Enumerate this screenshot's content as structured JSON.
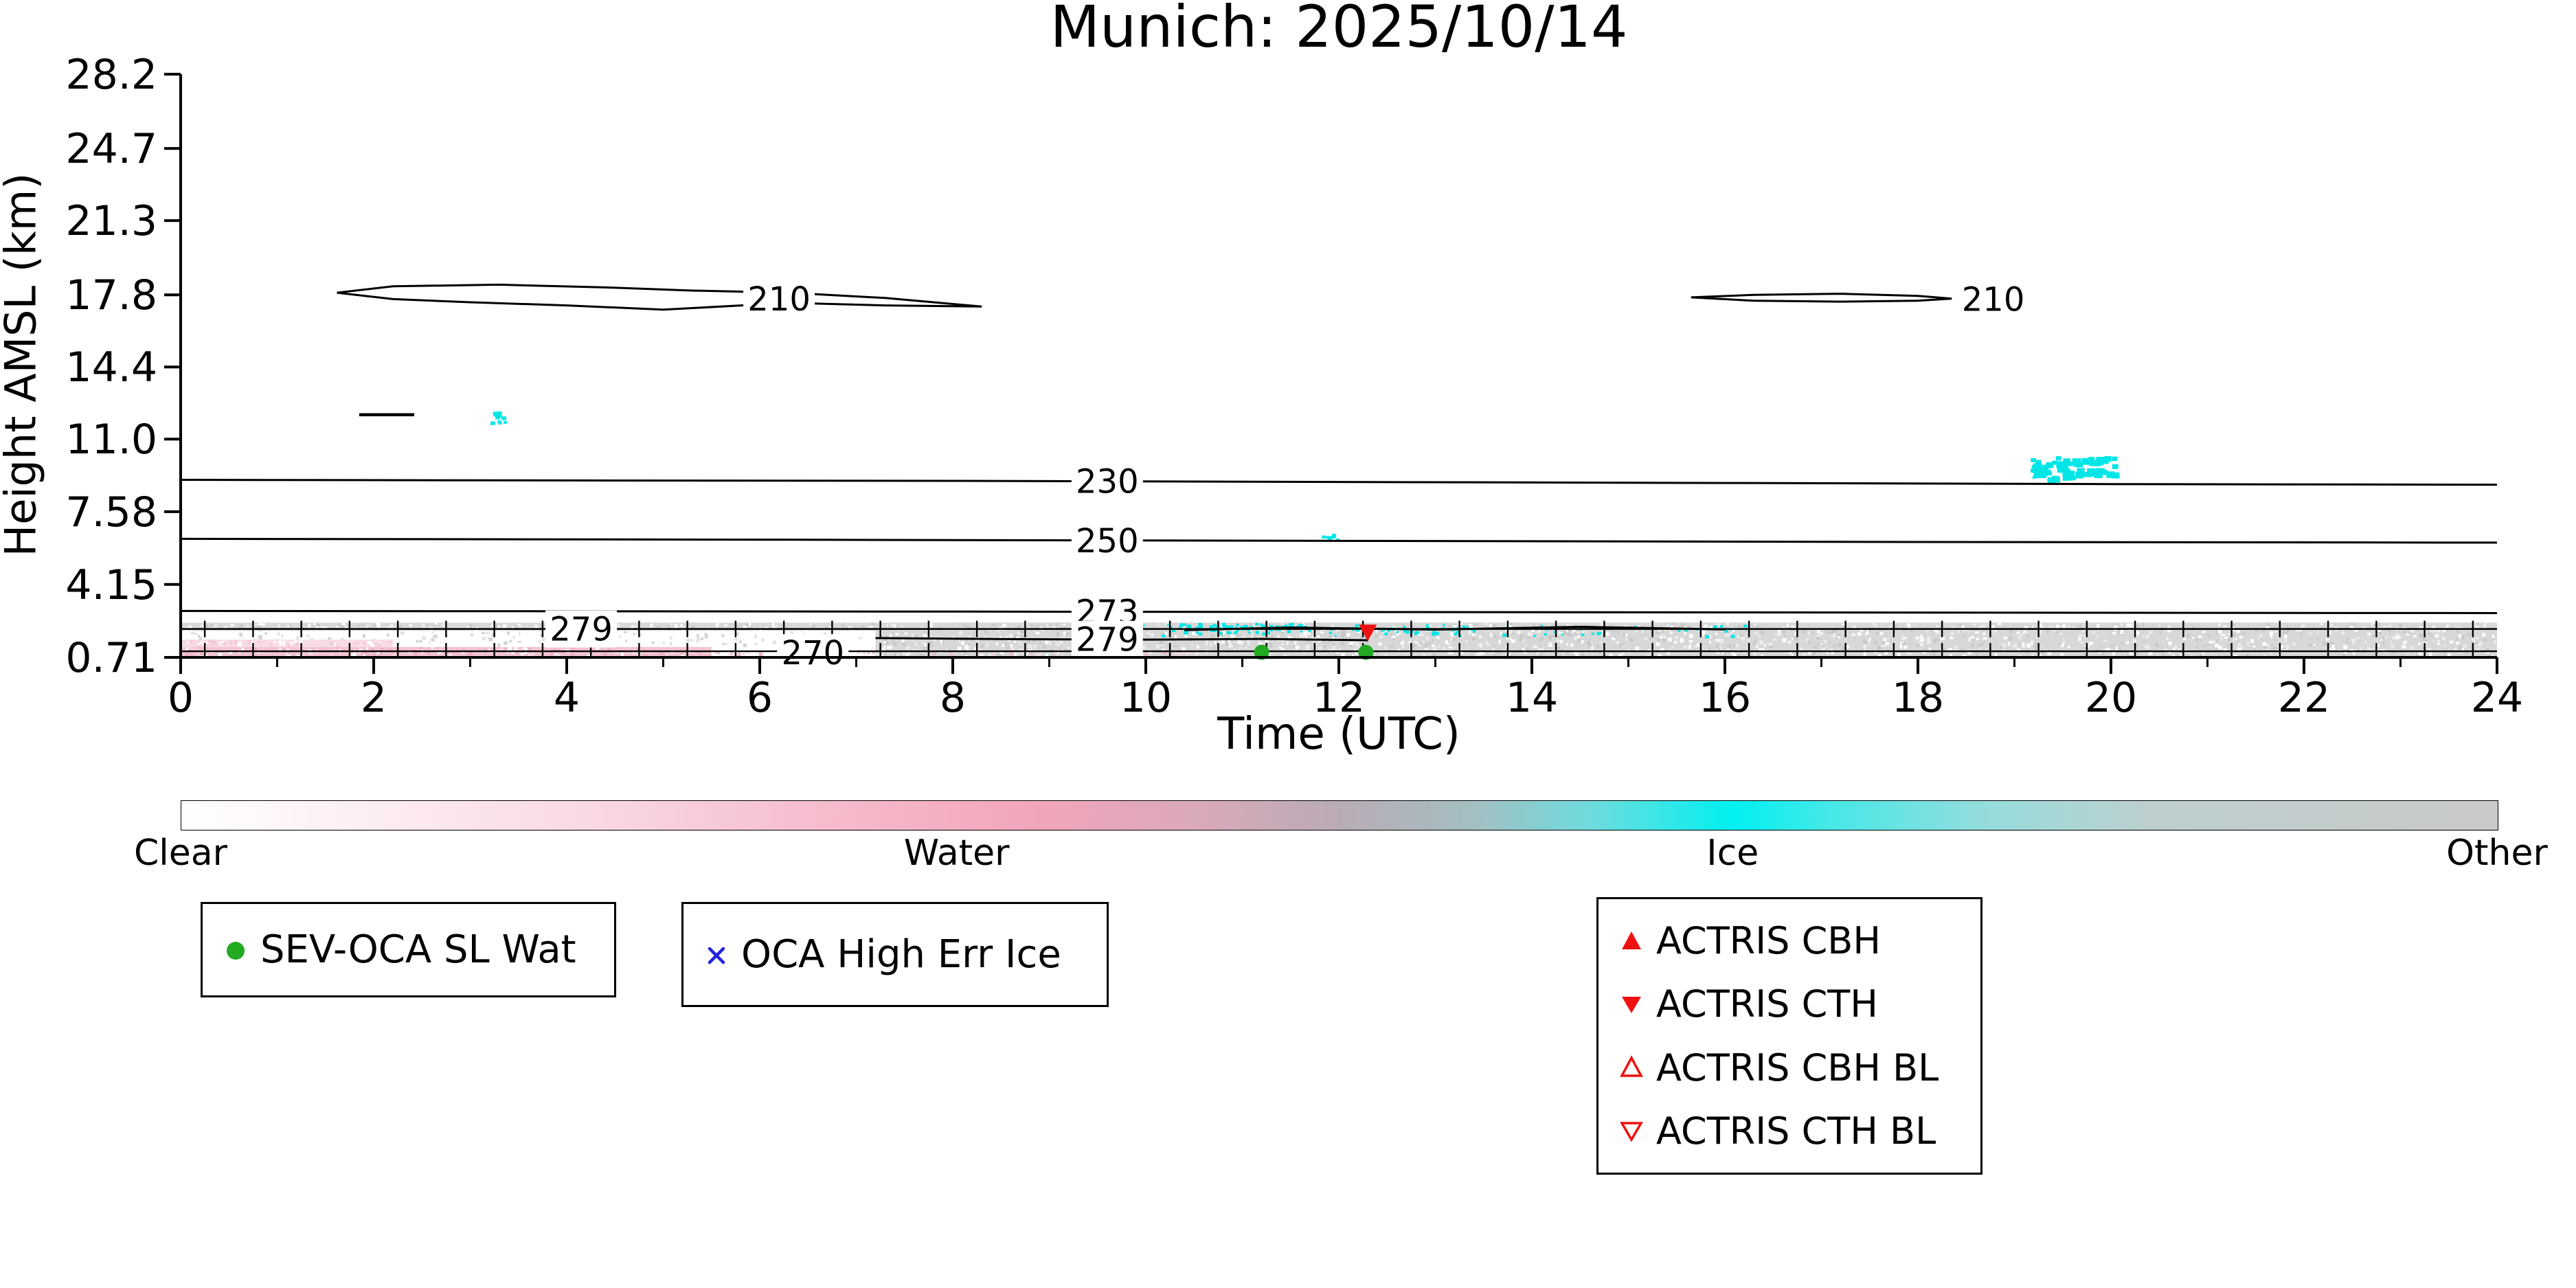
{
  "chart_data": {
    "type": "heatmap",
    "title": "Munich: 2025/10/14",
    "xlabel": "Time (UTC)",
    "ylabel": "Height AMSL (km)",
    "xlim": [
      0,
      24
    ],
    "ylim": [
      0.71,
      28.2
    ],
    "xticks": [
      0,
      2,
      4,
      6,
      8,
      10,
      12,
      14,
      16,
      18,
      20,
      22,
      24
    ],
    "xtick_labels": [
      "0",
      "2",
      "4",
      "6",
      "8",
      "10",
      "12",
      "14",
      "16",
      "18",
      "20",
      "22",
      "24"
    ],
    "xticks_minor": [
      1,
      3,
      5,
      7,
      9,
      11,
      13,
      15,
      17,
      19,
      21,
      23
    ],
    "yticks": [
      0.71,
      4.15,
      7.58,
      11.0,
      14.4,
      17.8,
      21.3,
      24.7,
      28.2
    ],
    "ytick_labels": [
      "0.71",
      "4.15",
      "7.58",
      "11.0",
      "14.4",
      "17.8",
      "21.3",
      "24.7",
      "28.2"
    ],
    "grid": false,
    "legend_position": "below",
    "colors": {
      "contour": "#000000",
      "ice": "#00e6e6",
      "water_pink": "#f4c3d1",
      "band_gray": "#d8d8d8",
      "sev_oca_green": "#22aa22",
      "actris_red": "#ee1111",
      "oca_blue": "#2222dd"
    },
    "contours": [
      {
        "label": "210",
        "closed": true,
        "label_at": [
          6.2,
          17.62
        ],
        "points": [
          [
            1.62,
            17.9
          ],
          [
            2.2,
            18.2
          ],
          [
            3.3,
            18.28
          ],
          [
            4.4,
            18.15
          ],
          [
            5.3,
            18.0
          ],
          [
            6.3,
            17.9
          ],
          [
            7.3,
            17.65
          ],
          [
            8.3,
            17.25
          ],
          [
            7.3,
            17.3
          ],
          [
            6.3,
            17.42
          ],
          [
            5.0,
            17.1
          ],
          [
            4.0,
            17.3
          ],
          [
            3.0,
            17.45
          ],
          [
            2.2,
            17.6
          ],
          [
            1.62,
            17.9
          ]
        ]
      },
      {
        "label": "210",
        "closed": true,
        "label_at": [
          18.78,
          17.6
        ],
        "points": [
          [
            15.65,
            17.68
          ],
          [
            16.3,
            17.8
          ],
          [
            17.2,
            17.85
          ],
          [
            18.0,
            17.75
          ],
          [
            18.35,
            17.62
          ],
          [
            18.0,
            17.52
          ],
          [
            17.2,
            17.48
          ],
          [
            16.3,
            17.52
          ],
          [
            15.65,
            17.68
          ]
        ]
      },
      {
        "label": "230",
        "closed": false,
        "label_at": [
          9.6,
          9.02
        ],
        "points": [
          [
            0,
            9.08
          ],
          [
            4,
            9.05
          ],
          [
            8,
            9.03
          ],
          [
            12,
            8.98
          ],
          [
            16,
            8.93
          ],
          [
            20,
            8.88
          ],
          [
            24,
            8.85
          ]
        ]
      },
      {
        "label": "250",
        "closed": false,
        "label_at": [
          9.6,
          6.22
        ],
        "points": [
          [
            0,
            6.3
          ],
          [
            6,
            6.26
          ],
          [
            12,
            6.2
          ],
          [
            18,
            6.15
          ],
          [
            24,
            6.12
          ]
        ]
      },
      {
        "label": "273",
        "closed": false,
        "label_at": [
          9.6,
          2.86
        ],
        "points": [
          [
            0,
            2.9
          ],
          [
            8,
            2.87
          ],
          [
            16,
            2.83
          ],
          [
            24,
            2.8
          ]
        ]
      },
      {
        "label": "279",
        "closed": false,
        "label_at": [
          4.15,
          2.05
        ],
        "points": []
      },
      {
        "label": "279",
        "closed": false,
        "label_at": [
          9.6,
          1.56
        ],
        "points": [
          [
            7.2,
            1.62
          ],
          [
            8.6,
            1.57
          ],
          [
            10.0,
            1.55
          ],
          [
            11.2,
            1.58
          ],
          [
            12.3,
            1.52
          ]
        ]
      },
      {
        "label": "",
        "closed": false,
        "label_at": null,
        "points": [
          [
            10.4,
            2.0
          ],
          [
            11.5,
            2.12
          ],
          [
            13.0,
            2.02
          ],
          [
            14.5,
            2.15
          ],
          [
            16.0,
            2.03
          ]
        ]
      },
      {
        "label": "270",
        "closed": false,
        "label_at": [
          6.55,
          0.93
        ],
        "points": []
      }
    ],
    "surface_band": {
      "top_km": 2.35,
      "tick_rows": [
        {
          "y_km": 2.05,
          "x0": 0,
          "x1": 24,
          "dash_start": 0.25,
          "step": 0.5
        },
        {
          "y_km": 1.0,
          "x0": 0,
          "x1": 24,
          "dash_start": 0.25,
          "step": 0.5
        }
      ]
    },
    "cloud_dash": {
      "x": [
        1.85,
        2.42
      ],
      "y_km": 12.15
    },
    "markers": {
      "sev_oca_sl_wat": {
        "label": "SEV-OCA SL Wat",
        "points": [
          [
            11.2,
            0.95
          ],
          [
            12.28,
            0.95
          ]
        ]
      },
      "actris_cth": {
        "label": "ACTRIS CTH",
        "points": [
          [
            12.3,
            1.9
          ]
        ]
      }
    },
    "ice_patches": [
      {
        "x": [
          9.2,
          16.2
        ],
        "y": [
          1.75,
          2.3
        ],
        "n": 70,
        "size": [
          3,
          6
        ]
      },
      {
        "x": [
          10.35,
          11.65
        ],
        "y": [
          1.9,
          2.35
        ],
        "n": 60,
        "size": [
          3,
          7
        ]
      },
      {
        "x": [
          12.1,
          13.4
        ],
        "y": [
          1.95,
          2.3
        ],
        "n": 28,
        "size": [
          3,
          6
        ]
      },
      {
        "x": [
          19.15,
          20.05
        ],
        "y": [
          9.2,
          10.2
        ],
        "n": 75,
        "size": [
          5,
          13
        ]
      },
      {
        "x": [
          3.18,
          3.4
        ],
        "y": [
          11.8,
          12.35
        ],
        "n": 10,
        "size": [
          4,
          8
        ]
      },
      {
        "x": [
          11.82,
          11.98
        ],
        "y": [
          6.3,
          6.55
        ],
        "n": 6,
        "size": [
          4,
          7
        ]
      }
    ],
    "colorbar": {
      "labels": [
        "Clear",
        "Water",
        "Ice",
        "Other"
      ],
      "label_pos": [
        0.0,
        0.335,
        0.67,
        1.0
      ],
      "gradient": [
        [
          0.0,
          "#ffffff"
        ],
        [
          0.06,
          "#fdf2f5"
        ],
        [
          0.18,
          "#f9d8e1"
        ],
        [
          0.3,
          "#f5b6c8"
        ],
        [
          0.37,
          "#f2a5ba"
        ],
        [
          0.44,
          "#d9a9ba"
        ],
        [
          0.5,
          "#b9abb6"
        ],
        [
          0.56,
          "#a2c0c3"
        ],
        [
          0.61,
          "#6cdcde"
        ],
        [
          0.67,
          "#00f0f0"
        ],
        [
          0.71,
          "#44e8e8"
        ],
        [
          0.78,
          "#97dcdc"
        ],
        [
          0.85,
          "#bdcfcf"
        ],
        [
          1.0,
          "#c9c9c9"
        ]
      ]
    },
    "legend_boxes": [
      {
        "items": [
          {
            "marker": "circle",
            "color": "#22aa22",
            "label": "SEV-OCA SL Wat"
          }
        ]
      },
      {
        "items": [
          {
            "marker": "x",
            "color": "#2222dd",
            "label": "OCA High Err Ice"
          }
        ]
      },
      {
        "items": [
          {
            "marker": "triangle-up-filled",
            "color": "#ee1111",
            "label": "ACTRIS CBH"
          },
          {
            "marker": "triangle-down-filled",
            "color": "#ee1111",
            "label": "ACTRIS CTH"
          },
          {
            "marker": "triangle-up-open",
            "color": "#ee1111",
            "label": "ACTRIS CBH BL"
          },
          {
            "marker": "triangle-down-open",
            "color": "#ee1111",
            "label": "ACTRIS CTH BL"
          }
        ]
      }
    ]
  }
}
